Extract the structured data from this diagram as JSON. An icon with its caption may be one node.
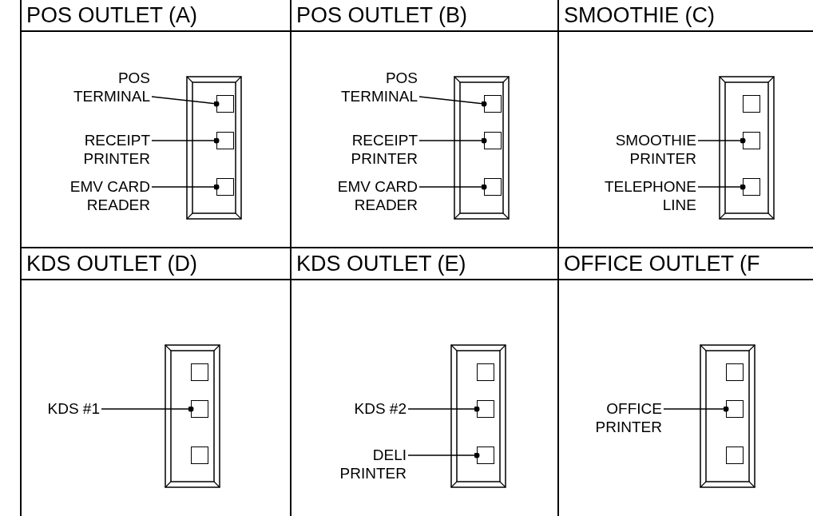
{
  "diagram": {
    "nodes": [
      {
        "text": [
          "POS OUTLET (A)"
        ]
      },
      {
        "text": [],
        "shape": "box",
        "in": 0
      },
      {
        "text": [],
        "shape": "box",
        "in": 1
      },
      {
        "text": [],
        "shape": "box",
        "in": 1
      },
      {
        "text": [],
        "shape": "box",
        "in": 1
      },
      {
        "text": [
          "POS TERMINAL"
        ],
        "in": 0
      },
      {
        "text": [
          "RECEIPT PRINTER"
        ],
        "in": 0
      },
      {
        "text": [
          "EMV CARD READER"
        ],
        "in": 0
      },
      {
        "text": [
          "POS OUTLET (B)"
        ]
      },
      {
        "text": [],
        "shape": "box",
        "in": 8
      },
      {
        "text": [],
        "shape": "box",
        "in": 9
      },
      {
        "text": [],
        "shape": "box",
        "in": 9
      },
      {
        "text": [],
        "shape": "box",
        "in": 9
      },
      {
        "text": [
          "POS TERMINAL"
        ],
        "in": 8
      },
      {
        "text": [
          "RECEIPT PRINTER"
        ],
        "in": 8
      },
      {
        "text": [
          "EMV CARD READER"
        ],
        "in": 8
      },
      {
        "text": [
          "SMOOTHIE (C)"
        ]
      },
      {
        "text": [],
        "shape": "box",
        "in": 16
      },
      {
        "text": [],
        "shape": "box",
        "in": 17
      },
      {
        "text": [],
        "shape": "box",
        "in": 17
      },
      {
        "text": [],
        "shape": "box",
        "in": 17
      },
      {
        "text": [
          "SMOOTHIE PRINTER"
        ],
        "in": 16
      },
      {
        "text": [
          "TELEPHONE LINE"
        ],
        "in": 16
      },
      {
        "text": [
          "KDS OUTLET (D)"
        ]
      },
      {
        "text": [],
        "shape": "box",
        "in": 23
      },
      {
        "text": [],
        "shape": "box",
        "in": 24
      },
      {
        "text": [],
        "shape": "box",
        "in": 24
      },
      {
        "text": [],
        "shape": "box",
        "in": 24
      },
      {
        "text": [
          "KDS #1"
        ],
        "in": 23
      },
      {
        "text": [
          "KDS OUTLET (E)"
        ]
      },
      {
        "text": [],
        "shape": "box",
        "in": 29
      },
      {
        "text": [],
        "shape": "box",
        "in": 30
      },
      {
        "text": [],
        "shape": "box",
        "in": 30
      },
      {
        "text": [],
        "shape": "box",
        "in": 30
      },
      {
        "text": [
          "KDS #2"
        ],
        "in": 29
      },
      {
        "text": [
          "DELI PRINTER"
        ],
        "in": 29
      },
      {
        "text": [
          "OFFICE OUTLET (F"
        ]
      },
      {
        "text": [],
        "shape": "box",
        "in": 36
      },
      {
        "text": [],
        "shape": "box",
        "in": 37
      },
      {
        "text": [],
        "shape": "box",
        "in": 37
      },
      {
        "text": [],
        "shape": "box",
        "in": 37
      },
      {
        "text": [
          "OFFICE PRINTER"
        ],
        "in": 36
      }
    ],
    "edges": [
      {
        "from": 5,
        "to": 2,
        "arrow": "other"
      },
      {
        "from": 6,
        "to": 3,
        "arrow": "other"
      },
      {
        "from": 7,
        "to": 4,
        "arrow": "other"
      },
      {
        "from": 13,
        "to": 10,
        "arrow": "other"
      },
      {
        "from": 14,
        "to": 11,
        "arrow": "other"
      },
      {
        "from": 15,
        "to": 12,
        "arrow": "other"
      },
      {
        "from": 21,
        "to": 19,
        "arrow": "other"
      },
      {
        "from": 22,
        "to": 20,
        "arrow": "other"
      },
      {
        "from": 28,
        "to": 26,
        "arrow": "other"
      },
      {
        "from": 34,
        "to": 32,
        "arrow": "other"
      },
      {
        "from": 35,
        "to": 33,
        "arrow": "other"
      },
      {
        "from": 41,
        "to": 39,
        "arrow": "other"
      }
    ]
  }
}
